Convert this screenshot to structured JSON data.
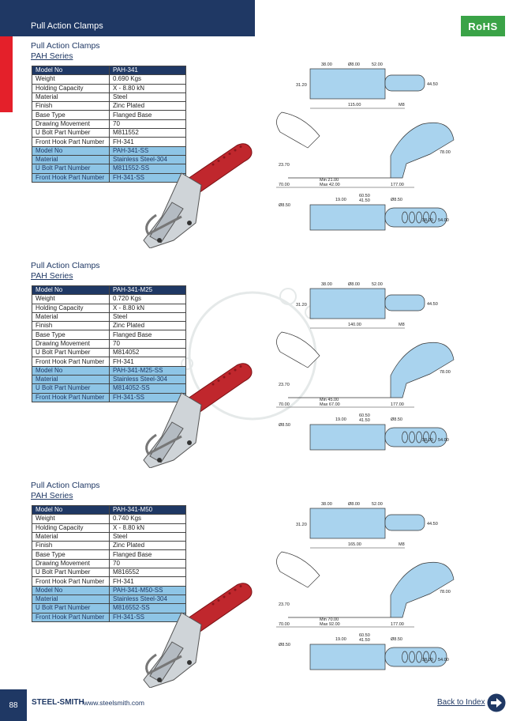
{
  "header": {
    "title": "Pull Action Clamps",
    "rohs": "RoHS"
  },
  "sections": [
    {
      "title": "Pull Action Clamps",
      "series": "PAH Series",
      "rows": [
        [
          "Model No",
          "PAH-341"
        ],
        [
          "Weight",
          "0.690 Kgs"
        ],
        [
          "Holding Capacity",
          "X - 8.80 kN"
        ],
        [
          "Material",
          "Steel"
        ],
        [
          "Finish",
          "Zinc Plated"
        ],
        [
          "Base Type",
          "Flanged Base"
        ],
        [
          "Drawing Movement",
          "70"
        ],
        [
          "U Bolt Part Number",
          "M811552"
        ],
        [
          "Front Hook Part Number",
          "FH-341"
        ],
        [
          "Model No",
          "PAH-341-SS"
        ],
        [
          "Material",
          "Stainless Steel-304"
        ],
        [
          "U Bolt Part Number",
          "M811552-SS"
        ],
        [
          "Front Hook Part Number",
          "FH-341-SS"
        ]
      ],
      "dims": {
        "top_a": "38.00",
        "top_b": "Ø8.00",
        "top_c": "52.00",
        "left": "31.20",
        "right": "44.50",
        "length": "115.00",
        "thread": "M8",
        "height": "78.00",
        "base": "23.70",
        "travel": "70.00",
        "min": "Min 21.00",
        "max": "Max 42.00",
        "reach": "177.00",
        "bottom_a": "Ø8.50",
        "bottom_b": "19.00",
        "bottom_c": "60.50",
        "bottom_d": "41.50",
        "bottom_e": "Ø8.50",
        "bottom_f": "38.00",
        "bottom_g": "54.00"
      }
    },
    {
      "title": "Pull Action Clamps",
      "series": "PAH Series",
      "rows": [
        [
          "Model No",
          "PAH-341-M25"
        ],
        [
          "Weight",
          "0.720 Kgs"
        ],
        [
          "Holding Capacity",
          "X - 8.80 kN"
        ],
        [
          "Material",
          "Steel"
        ],
        [
          "Finish",
          "Zinc Plated"
        ],
        [
          "Base Type",
          "Flanged Base"
        ],
        [
          "Drawing Movement",
          "70"
        ],
        [
          "U Bolt Part Number",
          "M814052"
        ],
        [
          "Front Hook Part Number",
          "FH-341"
        ],
        [
          "Model No",
          "PAH-341-M25-SS"
        ],
        [
          "Material",
          "Stainless Steel-304"
        ],
        [
          "U Bolt Part Number",
          "M814052-SS"
        ],
        [
          "Front Hook Part Number",
          "FH-341-SS"
        ]
      ],
      "dims": {
        "top_a": "38.00",
        "top_b": "Ø8.00",
        "top_c": "52.00",
        "left": "31.20",
        "right": "44.50",
        "length": "140.00",
        "thread": "M8",
        "height": "78.00",
        "base": "23.70",
        "travel": "70.00",
        "min": "Min 45.00",
        "max": "Max 67.00",
        "reach": "177.00",
        "bottom_a": "Ø8.50",
        "bottom_b": "19.00",
        "bottom_c": "60.50",
        "bottom_d": "41.50",
        "bottom_e": "Ø8.50",
        "bottom_f": "38.00",
        "bottom_g": "54.00"
      }
    },
    {
      "title": "Pull Action Clamps",
      "series": "PAH Series",
      "rows": [
        [
          "Model No",
          "PAH-341-M50"
        ],
        [
          "Weight",
          "0.740 Kgs"
        ],
        [
          "Holding Capacity",
          "X - 8.80 kN"
        ],
        [
          "Material",
          "Steel"
        ],
        [
          "Finish",
          "Zinc Plated"
        ],
        [
          "Base Type",
          "Flanged Base"
        ],
        [
          "Drawing Movement",
          "70"
        ],
        [
          "U Bolt Part Number",
          "M816552"
        ],
        [
          "Front Hook Part Number",
          "FH-341"
        ],
        [
          "Model No",
          "PAH-341-M50-SS"
        ],
        [
          "Material",
          "Stainless Steel-304"
        ],
        [
          "U Bolt Part Number",
          "M816552-SS"
        ],
        [
          "Front Hook Part Number",
          "FH-341-SS"
        ]
      ],
      "dims": {
        "top_a": "38.00",
        "top_b": "Ø8.00",
        "top_c": "52.00",
        "left": "31.20",
        "right": "44.50",
        "length": "165.00",
        "thread": "M8",
        "height": "78.00",
        "base": "23.70",
        "travel": "70.00",
        "min": "Min 70.00",
        "max": "Max 92.00",
        "reach": "177.00",
        "bottom_a": "Ø8.50",
        "bottom_b": "19.00",
        "bottom_c": "60.50",
        "bottom_d": "41.50",
        "bottom_e": "Ø8.50",
        "bottom_f": "38.00",
        "bottom_g": "54.00"
      }
    }
  ],
  "footer": {
    "page": "88",
    "brand": "STEEL-SMITH",
    "website": "www.steelsmith.com",
    "back": "Back to Index"
  },
  "colors": {
    "navy": "#1f3864",
    "red": "#e4202a",
    "green": "#3aa347",
    "ss_blue": "#8ec5e6",
    "drawing_blue": "#a9d3ee",
    "handle_red": "#c0272d"
  }
}
